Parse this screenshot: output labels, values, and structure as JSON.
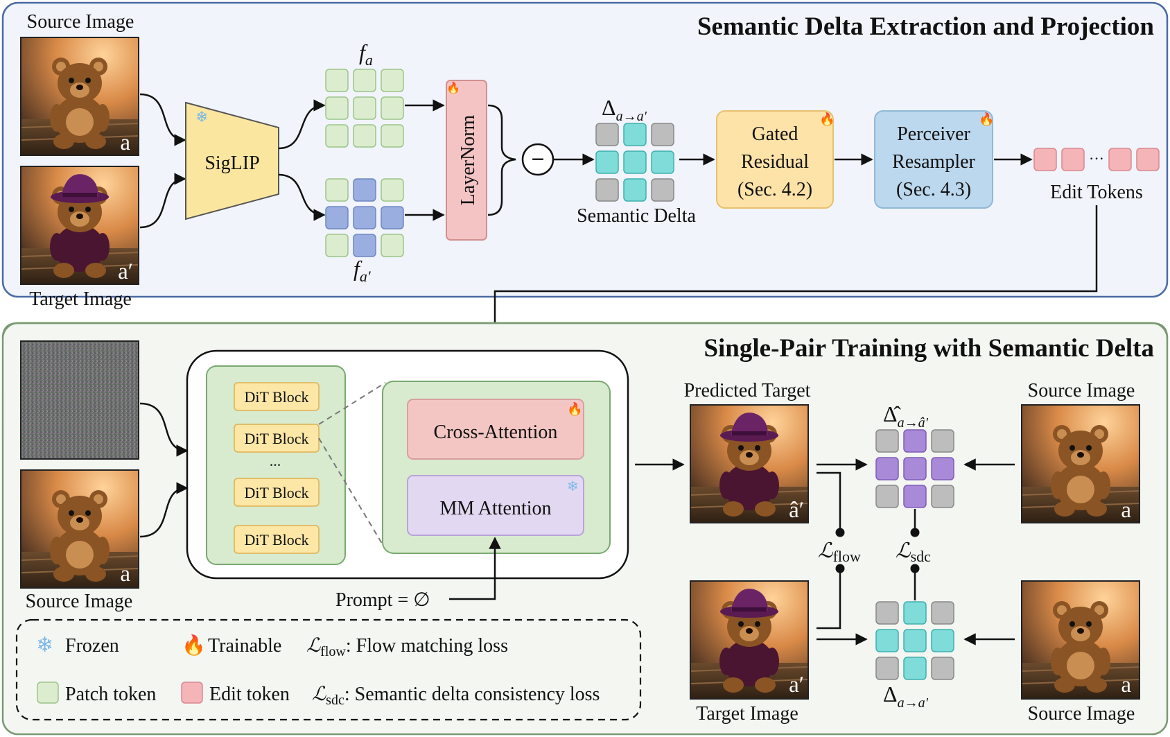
{
  "top_panel": {
    "title": "Semantic Delta Extraction and Projection",
    "source_label": "Source Image",
    "target_label": "Target Image",
    "source_tag": "a",
    "target_tag": "a′",
    "encoder": "SigLIP",
    "fa": "f",
    "fa_sub": "a",
    "fa2": "f",
    "fa2_sub": "a′",
    "layernorm": "LayerNorm",
    "minus": "−",
    "delta_symbol": "Δ",
    "delta_sub": "a→a′",
    "delta_label": "Semantic Delta",
    "gated": [
      "Gated",
      "Residual",
      "(Sec. 4.2)"
    ],
    "perceiver": [
      "Perceiver",
      "Resampler",
      "(Sec. 4.3)"
    ],
    "tokens_ellipsis": "···",
    "edit_tokens_label": "Edit Tokens"
  },
  "bottom_panel": {
    "title": "Single-Pair Training with Semantic Delta",
    "source_label": "Source Image",
    "source_tag": "a",
    "dit_blocks": [
      "DiT Block",
      "DiT Block",
      "DiT Block",
      "DiT Block"
    ],
    "dit_ellipsis": "...",
    "cross_attention": "Cross-Attention",
    "mm_attention": "MM Attention",
    "prompt": "Prompt = ∅",
    "predicted_label": "Predicted Target",
    "predicted_tag": "â′",
    "target_label": "Target Image",
    "target_tag": "a′",
    "right_source_label_top": "Source Image",
    "right_source_label_bottom": "Source Image",
    "right_source_tag": "a",
    "loss_flow_L": "ℒ",
    "loss_flow_sub": "flow",
    "loss_sdc_L": "ℒ",
    "loss_sdc_sub": "sdc",
    "delta_hat_symbol": "Δ̂",
    "delta_hat_sub": "a→â′",
    "delta_symbol": "Δ",
    "delta_sub": "a→a′"
  },
  "legend": {
    "frozen": "Frozen",
    "trainable": "Trainable",
    "flow_L": "ℒ",
    "flow_sub": "flow",
    "flow_desc": ": Flow matching loss",
    "patch": "Patch token",
    "edit": "Edit token",
    "sdc_L": "ℒ",
    "sdc_sub": "sdc",
    "sdc_desc": ": Semantic delta consistency loss"
  },
  "colors": {
    "top_border": "#4a6aa6",
    "top_bg": "#f1f4fa",
    "bottom_border": "#7a9a72",
    "bottom_bg": "#f4f6f2",
    "patch_green": "#dcedcf",
    "patch_green_border": "#9cc48a",
    "patch_blue": "#9aaee0",
    "patch_blue_border": "#6f86c4",
    "delta_cyan": "#7fdcd8",
    "delta_cyan_border": "#3fb0b0",
    "delta_gray": "#bdbdbd",
    "delta_gray_border": "#888888",
    "delta_purple": "#a98ad8",
    "delta_purple_border": "#7f5cb8",
    "siglip_yellow": "#fbe6a0",
    "gated_orange": "#fde3a8",
    "perceiver_blue": "#bcd8ee",
    "layernorm_pink": "#f4c4c4",
    "edit_token_pink": "#f4b4b8",
    "dit_yellow": "#fde7a6",
    "cross_pink": "#f3c6c4",
    "mm_purple": "#e3d8f1"
  }
}
